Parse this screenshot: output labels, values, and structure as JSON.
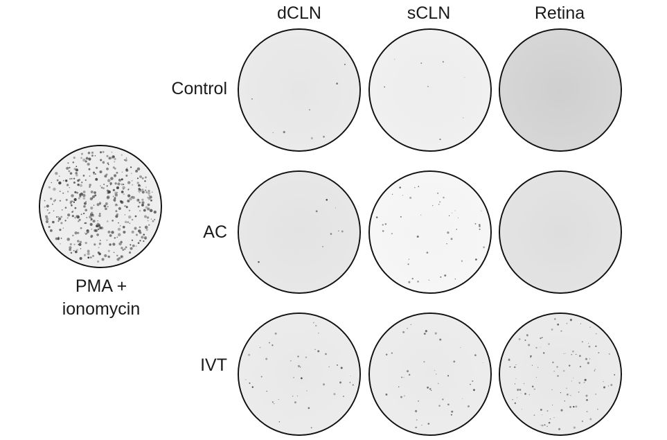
{
  "columns": [
    "dCLN",
    "sCLN",
    "Retina"
  ],
  "rows": [
    "Control",
    "AC",
    "IVT"
  ],
  "positive_control": {
    "line1": "PMA +",
    "line2": "ionomycin"
  },
  "wells": [
    {
      "row": "Control",
      "col": "dCLN",
      "fill": "#e6e6e6",
      "spot_density": "very-low"
    },
    {
      "row": "Control",
      "col": "sCLN",
      "fill": "#ededed",
      "spot_density": "very-low"
    },
    {
      "row": "Control",
      "col": "Retina",
      "fill": "#cfcfcf",
      "spot_density": "none"
    },
    {
      "row": "AC",
      "col": "dCLN",
      "fill": "#e3e3e3",
      "spot_density": "very-low"
    },
    {
      "row": "AC",
      "col": "sCLN",
      "fill": "#f4f4f4",
      "spot_density": "low"
    },
    {
      "row": "AC",
      "col": "Retina",
      "fill": "#dedede",
      "spot_density": "none"
    },
    {
      "row": "IVT",
      "col": "dCLN",
      "fill": "#e8e8e8",
      "spot_density": "low"
    },
    {
      "row": "IVT",
      "col": "sCLN",
      "fill": "#e9e9e9",
      "spot_density": "low"
    },
    {
      "row": "IVT",
      "col": "Retina",
      "fill": "#e7e7e7",
      "spot_density": "moderate"
    },
    {
      "row": "PMA + ionomycin",
      "col": "",
      "fill": "#ececec",
      "spot_density": "high"
    }
  ]
}
